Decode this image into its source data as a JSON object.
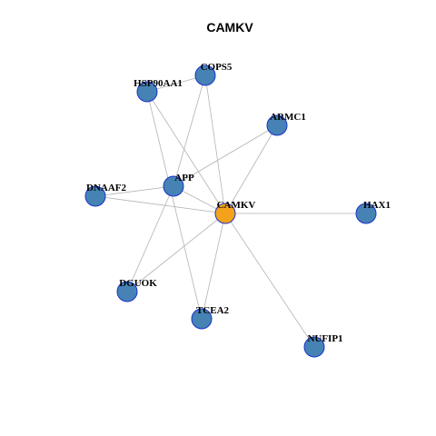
{
  "title": "CAMKV",
  "colors": {
    "center_fill": "#F5A21B",
    "node_fill": "#4682B4",
    "node_stroke": "#1A33CC",
    "edge": "#B3B3B3"
  },
  "nodes": [
    {
      "id": "CAMKV",
      "label": "CAMKV",
      "center": true
    },
    {
      "id": "COPS5",
      "label": "COPS5"
    },
    {
      "id": "HSP90AA1",
      "label": "HSP90AA1"
    },
    {
      "id": "ARMC1",
      "label": "ARMC1"
    },
    {
      "id": "APP",
      "label": "APP"
    },
    {
      "id": "DNAAF2",
      "label": "DNAAF2"
    },
    {
      "id": "HAX1",
      "label": "HAX1"
    },
    {
      "id": "DGUOK",
      "label": "DGUOK"
    },
    {
      "id": "TCEA2",
      "label": "TCEA2"
    },
    {
      "id": "NUFIP1",
      "label": "NUFIP1"
    }
  ],
  "edges": [
    [
      "HSP90AA1",
      "COPS5"
    ],
    [
      "HSP90AA1",
      "CAMKV"
    ],
    [
      "HSP90AA1",
      "TCEA2"
    ],
    [
      "COPS5",
      "APP"
    ],
    [
      "COPS5",
      "CAMKV"
    ],
    [
      "ARMC1",
      "APP"
    ],
    [
      "ARMC1",
      "CAMKV"
    ],
    [
      "DNAAF2",
      "APP"
    ],
    [
      "DNAAF2",
      "CAMKV"
    ],
    [
      "APP",
      "CAMKV"
    ],
    [
      "APP",
      "DGUOK"
    ],
    [
      "CAMKV",
      "HAX1"
    ],
    [
      "CAMKV",
      "DGUOK"
    ],
    [
      "CAMKV",
      "TCEA2"
    ],
    [
      "CAMKV",
      "NUFIP1"
    ]
  ]
}
